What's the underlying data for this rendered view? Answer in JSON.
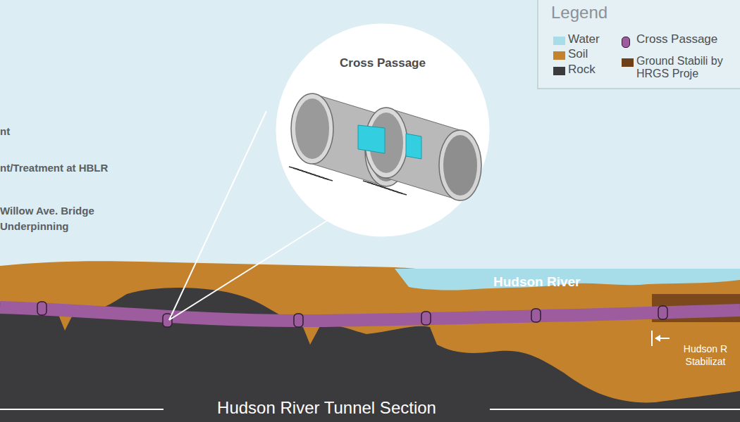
{
  "diagram": {
    "title": "Hudson River Tunnel Section",
    "nodes": [
      {
        "text": [
          "Cross Passage"
        ]
      }
    ],
    "labels": [
      "nt",
      "nt/Treatment at HBLR",
      "Willow Ave. Bridge Underpinning",
      "Hudson River",
      "Hudson R Stabilizat",
      "Legend"
    ],
    "legend": [
      {
        "text": "Water",
        "color": "#a6dde8"
      },
      {
        "text": "Soil",
        "color": "#c4822c"
      },
      {
        "text": "Rock",
        "color": "#3b3a3d"
      },
      {
        "text": "Cross Passage",
        "color": "#9c5c9d"
      },
      {
        "text": "Ground Stabili by HRGS Proje",
        "color": "#6e4019"
      }
    ]
  }
}
